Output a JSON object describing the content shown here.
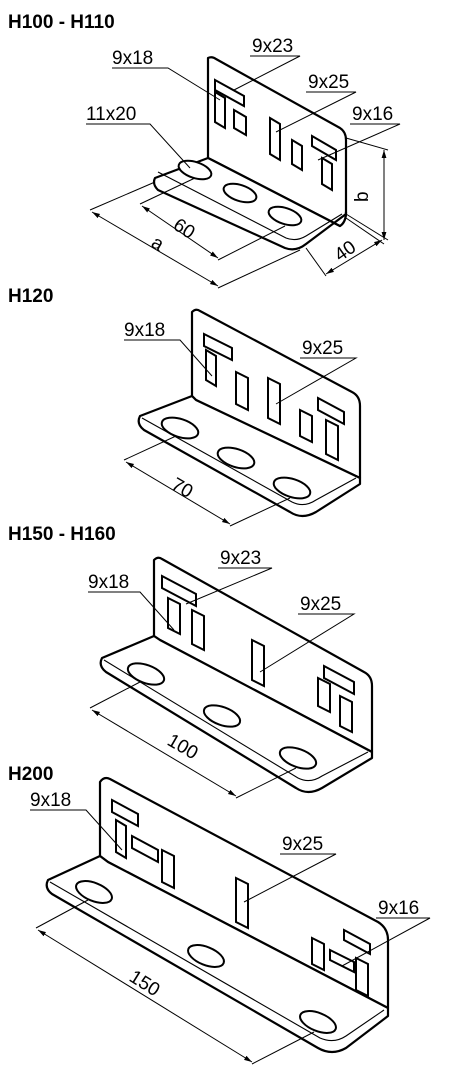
{
  "sections": [
    {
      "title": "H100 - H110",
      "labels": {
        "slot_a": "9x18",
        "slot_b": "9x23",
        "slot_c": "9x25",
        "slot_d": "9x16",
        "hole": "11x20"
      },
      "dims": {
        "spacing": "60",
        "length": "a",
        "height": "b",
        "depth": "40"
      }
    },
    {
      "title": "H120",
      "labels": {
        "slot_a": "9x18",
        "slot_c": "9x25"
      },
      "dims": {
        "spacing": "70"
      }
    },
    {
      "title": "H150 - H160",
      "labels": {
        "slot_a": "9x18",
        "slot_b": "9x23",
        "slot_c": "9x25"
      },
      "dims": {
        "spacing": "100"
      }
    },
    {
      "title": "H200",
      "labels": {
        "slot_a": "9x18",
        "slot_c": "9x25",
        "slot_d": "9x16"
      },
      "dims": {
        "spacing": "150"
      }
    }
  ]
}
